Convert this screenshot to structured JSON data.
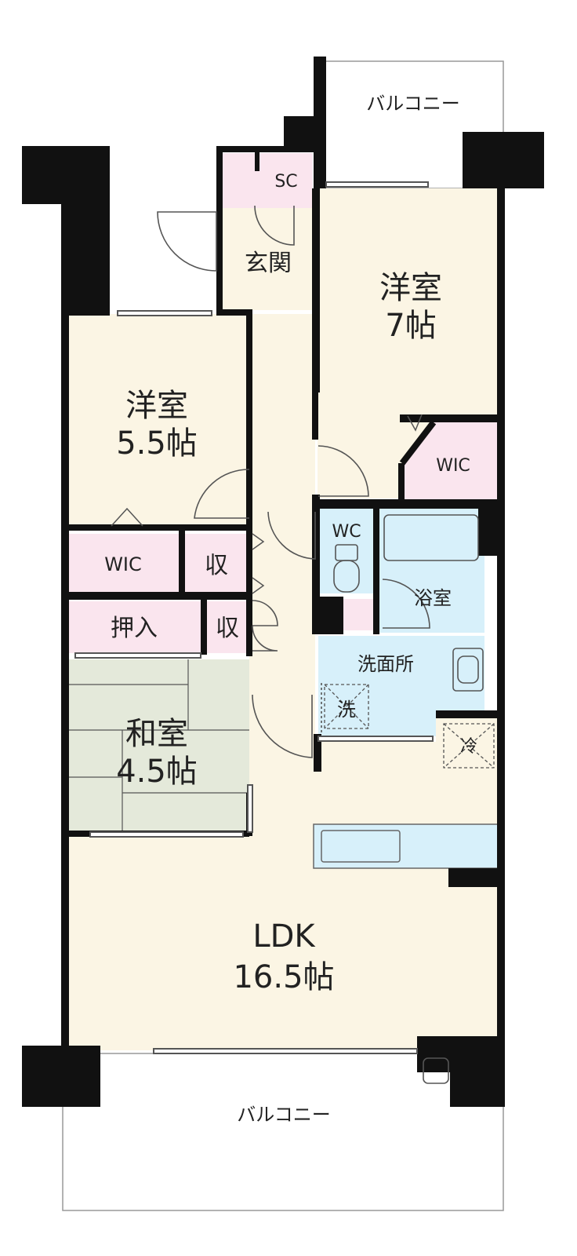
{
  "colors": {
    "western": "#fbf5e4",
    "ldk": "#fbf5e4",
    "storage": "#fae5ee",
    "wet": "#d7f0fa",
    "tatami": "#e4e9da",
    "wall": "#111111",
    "balcony": "#ffffff",
    "door": "#555555"
  },
  "rooms": {
    "balcony_top": "バルコニー",
    "sc": "SC",
    "genkan": "玄関",
    "western7_name": "洋室",
    "western7_size": "7帖",
    "western55_name": "洋室",
    "western55_size": "5.5帖",
    "wic_right": "WIC",
    "wic_left": "WIC",
    "storage_a": "収",
    "storage_b": "収",
    "oshiire": "押入",
    "wc": "WC",
    "bath": "浴室",
    "washroom": "洗面所",
    "washer": "洗",
    "fridge": "冷",
    "washitsu_name": "和室",
    "washitsu_size": "4.5帖",
    "ldk_name": "LDK",
    "ldk_size": "16.5帖",
    "balcony_bottom": "バルコニー"
  }
}
